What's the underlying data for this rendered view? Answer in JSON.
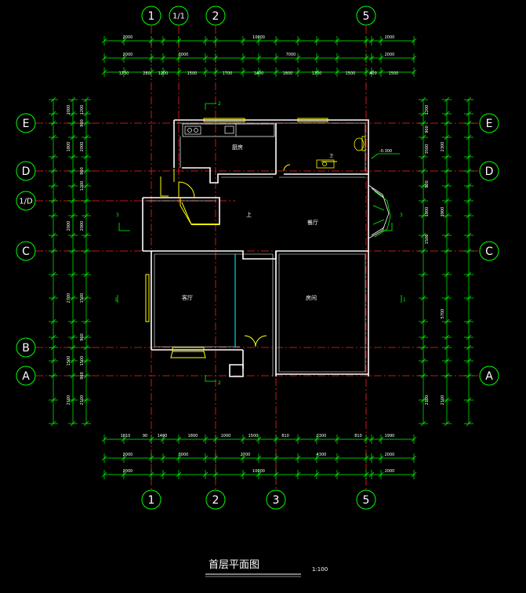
{
  "drawing": {
    "title": "首层平面图",
    "scale": "1:100",
    "colors": {
      "background": "#000000",
      "axis_line": "#ff0000",
      "dimension": "#00ff00",
      "wall": "#ffffff",
      "door_window": "#ffff00",
      "glass": "#00ffff",
      "text": "#ffffff"
    }
  },
  "axes": {
    "top": [
      "1",
      "1/1",
      "2",
      "5"
    ],
    "bottom": [
      "1",
      "2",
      "3",
      "5"
    ],
    "left": [
      "E",
      "D",
      "1/D",
      "C",
      "B",
      "A"
    ],
    "right": [
      "E",
      "D",
      "C",
      "A"
    ]
  },
  "dims": {
    "top_row1": [
      "2000",
      "10000",
      "2000"
    ],
    "top_row2": [
      "2000",
      "3000",
      "7000",
      "2000"
    ],
    "top_row3": [
      "1730",
      "280",
      "1200",
      "1500",
      "1700",
      "1400",
      "1800",
      "1700",
      "1500",
      "400",
      "1500"
    ],
    "bottom_row1": [
      "1010",
      "90",
      "1490",
      "1800",
      "1000",
      "1500",
      "810",
      "2300",
      "810",
      "1990"
    ],
    "bottom_row2": [
      "2000",
      "3000",
      "2700",
      "4300",
      "2000"
    ],
    "bottom_row3": [
      "2000",
      "10000",
      "2000"
    ],
    "left_col1": [
      "1200",
      "900",
      "2000",
      "900",
      "1200",
      "2000",
      "1500",
      "900",
      "1500",
      "900",
      "2100"
    ],
    "left_col2": [
      "2000",
      "1800",
      "2000",
      "2700",
      "1500",
      "2100"
    ],
    "right_col1": [
      "1200",
      "900",
      "3500",
      "900",
      "1800",
      "1500",
      "2100"
    ],
    "right_col2": [
      "2300",
      "3900",
      "5700",
      "2100"
    ]
  },
  "rooms": {
    "kitchen": "厨房",
    "stair_up": "上",
    "dining": "餐厅",
    "living": "客厅",
    "bedroom": "房间",
    "bath": "卫",
    "level": "-0.300",
    "section_mark_2": "2",
    "section_mark_3": "3",
    "section_mark_1": "1"
  }
}
